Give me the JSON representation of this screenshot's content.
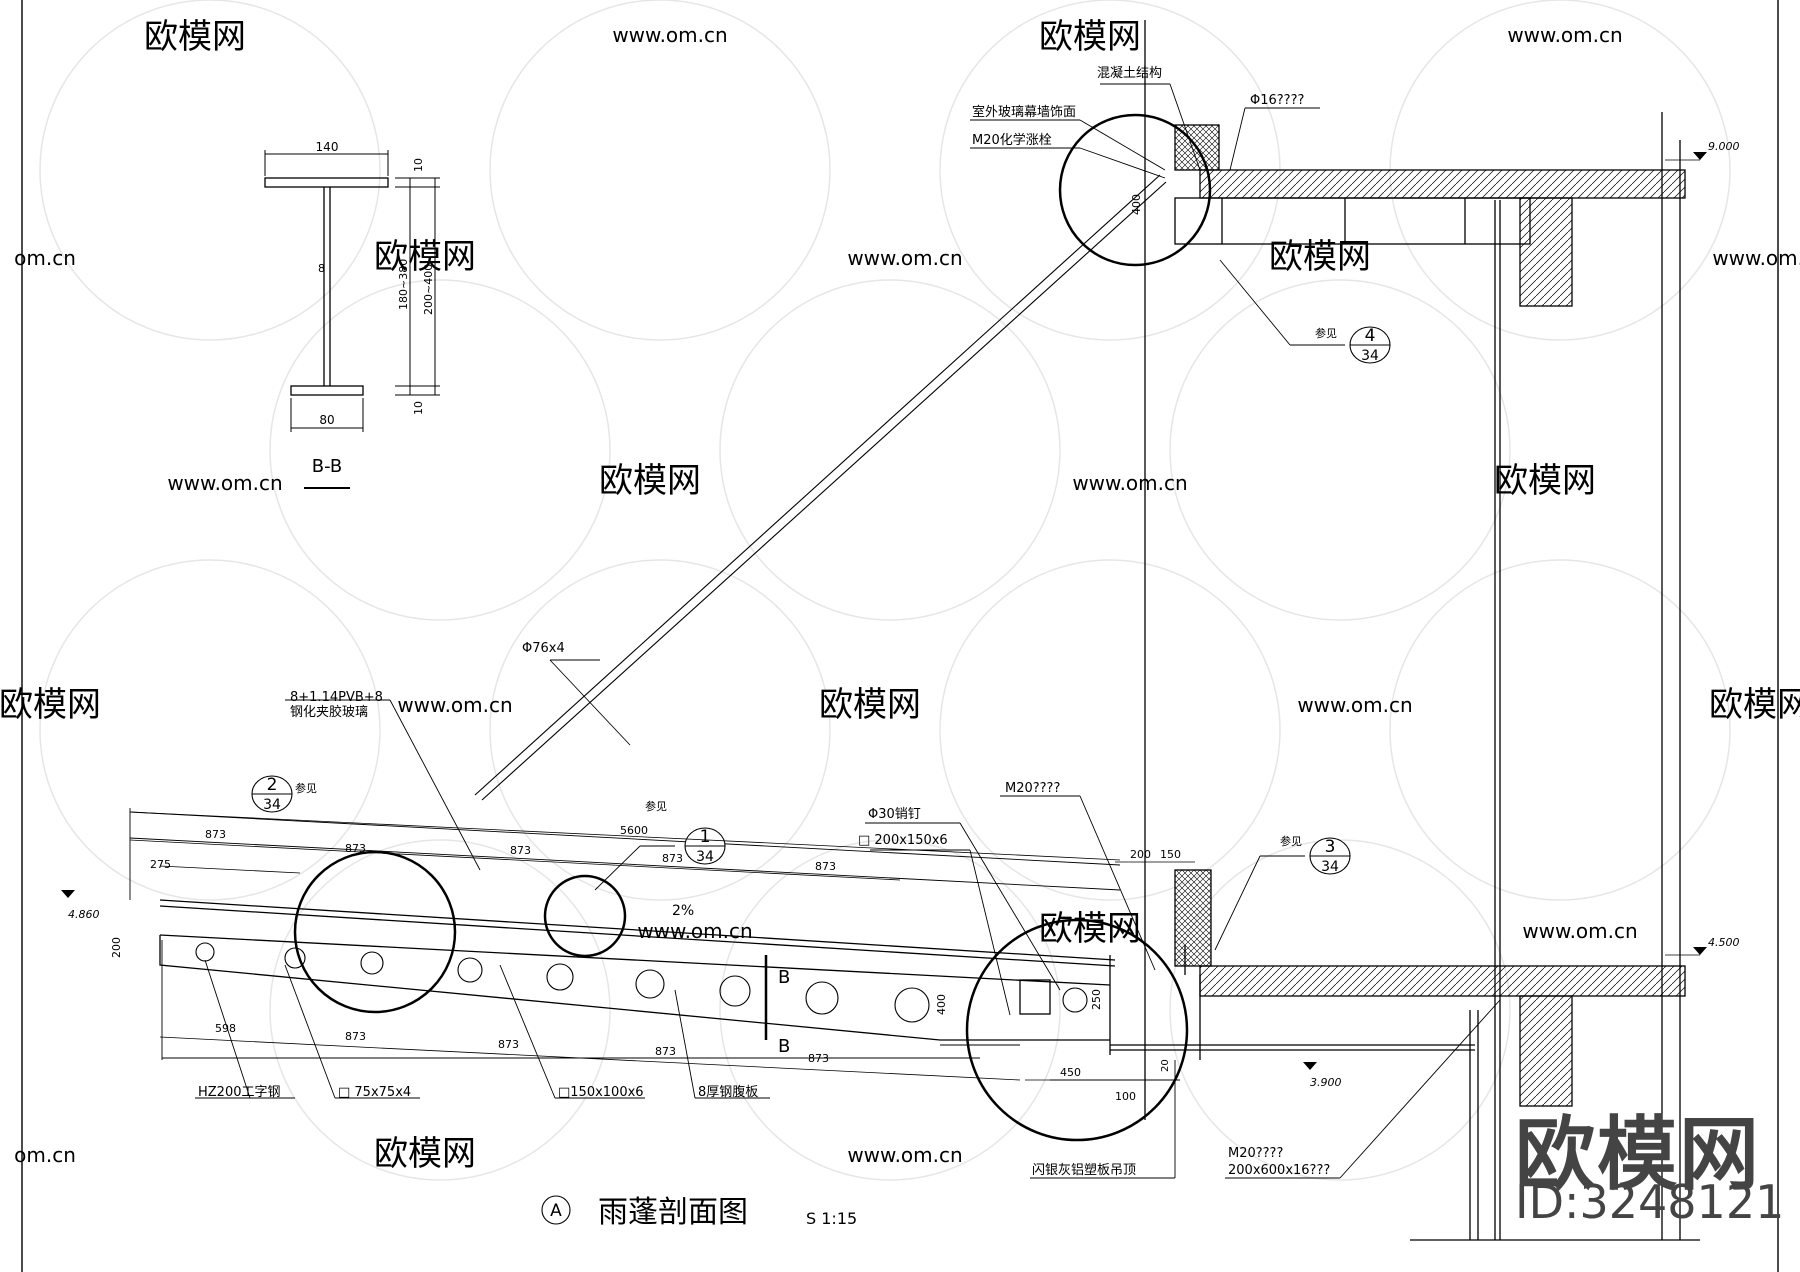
{
  "watermark": {
    "brand": "欧模网",
    "url": "www.om.cn",
    "url_short": "om.cn"
  },
  "brand": {
    "name": "欧模网",
    "id": "ID:3248121"
  },
  "section_bb": {
    "title": "B-B",
    "top_flange": "140",
    "bottom_flange": "80",
    "web": "8",
    "flange_thk_top": "10",
    "flange_thk_bottom": "10",
    "inner_height": "180~380",
    "total_height": "200~400"
  },
  "main_title": {
    "marker": "A",
    "title": "雨蓬剖面图",
    "scale": "S 1:15"
  },
  "labels": {
    "concrete": "混凝土结构",
    "glass_facade": "室外玻璃幕墙饰面",
    "chem_bolt": "M20化学涨栓",
    "phi16": "Φ16????",
    "rod": "Φ76x4",
    "glass1": "8+1.14PVB+8",
    "glass2": "钢化夹胶玻璃",
    "see": "参见",
    "phi30": "Φ30销钉",
    "plate_200": "□ 200x150x6",
    "m20_top": "M20????",
    "i_beam": "HZ200工字钢",
    "tube75": "□ 75x75x4",
    "tube150": "□150x100x6",
    "steel8": "8厚钢腹板",
    "alu": "闪银灰铝塑板吊顶",
    "m20_bottom": "M20????",
    "plate_600": "200x600x16???",
    "slope": "2%"
  },
  "callouts": [
    {
      "num": "4",
      "sheet": "34"
    },
    {
      "num": "2",
      "sheet": "34"
    },
    {
      "num": "1",
      "sheet": "34"
    },
    {
      "num": "3",
      "sheet": "34"
    }
  ],
  "levels": {
    "l9000": "9.000",
    "l4860": "4.860",
    "l4500": "4.500",
    "l3900": "3.900"
  },
  "dims": {
    "top": [
      "873",
      "873",
      "873",
      "873",
      "873"
    ],
    "d275": "275",
    "d5600": "5600",
    "bottom": [
      "598",
      "873",
      "873",
      "873",
      "873"
    ],
    "d200": "200",
    "d150": "150",
    "d400": "400",
    "d400b": "400",
    "d200b": "200",
    "d250": "250",
    "d450": "450",
    "d100": "100",
    "d20": "20",
    "section_b": "B"
  }
}
